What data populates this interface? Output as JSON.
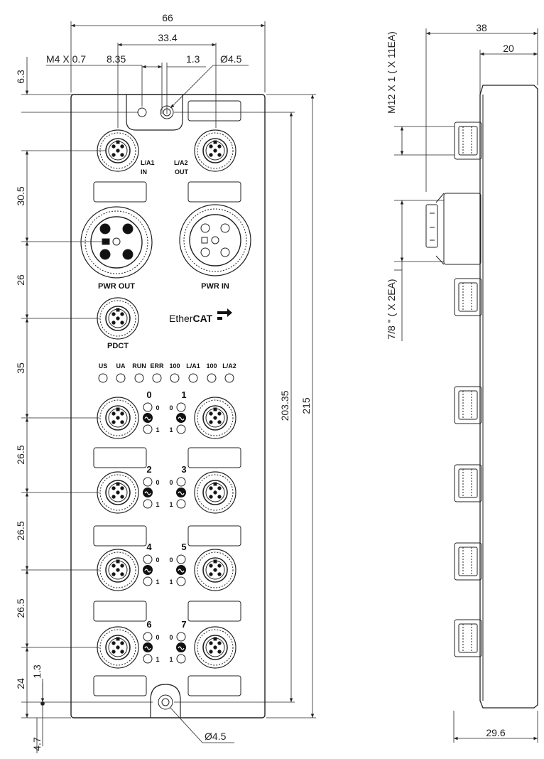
{
  "front_view": {
    "dimensions": {
      "width_total": "66",
      "hole_spacing": "33.4",
      "thread": "M4 X 0.7",
      "hole_offset": "8.35",
      "hole_gap": "1.3",
      "hole_dia_top": "Ø4.5",
      "hole_dia_bottom": "Ø4.5",
      "top_margin": "6.3",
      "height_total": "215",
      "hole_distance": "203.35",
      "pitch_1": "30.5",
      "pitch_2": "26",
      "pitch_3": "35",
      "pitch_4": "26.5",
      "pitch_5": "26.5",
      "pitch_6": "26.5",
      "pitch_7": "24",
      "bottom_gap": "1.3",
      "bottom_margin": "4.7"
    },
    "connectors": {
      "l_a1": "L/A1",
      "in": "IN",
      "l_a2": "L/A2",
      "out": "OUT",
      "pwr_out": "PWR OUT",
      "pwr_in": "PWR IN",
      "pdct": "PDCT"
    },
    "brand": {
      "part1": "Ether",
      "part2": "CAT"
    },
    "leds": [
      "US",
      "UA",
      "RUN",
      "ERR",
      "100",
      "L/A1",
      "100",
      "L/A2"
    ],
    "channels": [
      "0",
      "1",
      "2",
      "3",
      "4",
      "5",
      "6",
      "7"
    ],
    "io_labels": {
      "zero": "0",
      "one": "1"
    }
  },
  "side_view": {
    "dimensions": {
      "depth_total": "38",
      "depth_body": "20",
      "m12_label": "M12 X 1 ( X 11EA)",
      "power_label": "7/8 \" ( X 2EA)",
      "bottom_depth": "29.6"
    }
  }
}
